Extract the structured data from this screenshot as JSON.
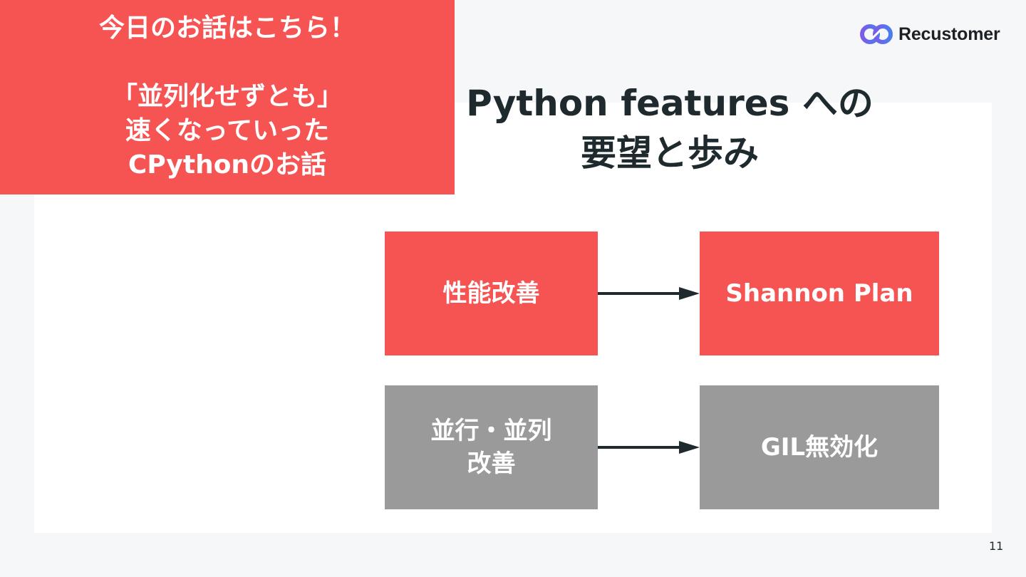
{
  "topic": {
    "line1": "今日のお話はこちら！",
    "line2": "「並列化せずとも」",
    "line3": "速くなっていった",
    "line4": "CPythonのお話"
  },
  "logo": {
    "text": "Recustomer",
    "icon": "recustomer-logo-icon",
    "colors": [
      "#7b5ce6",
      "#4a7df0"
    ]
  },
  "title": {
    "line1": "Python features への",
    "line2": "要望と歩み"
  },
  "diagram": {
    "row1": {
      "from": "性能改善",
      "to": "Shannon Plan",
      "color": "#f65353"
    },
    "row2": {
      "from_line1": "並行・並列",
      "from_line2": "改善",
      "to": "GIL無効化",
      "color": "#9a9a9a"
    },
    "arrow_color": "#1f2a2e"
  },
  "page_number": "11"
}
